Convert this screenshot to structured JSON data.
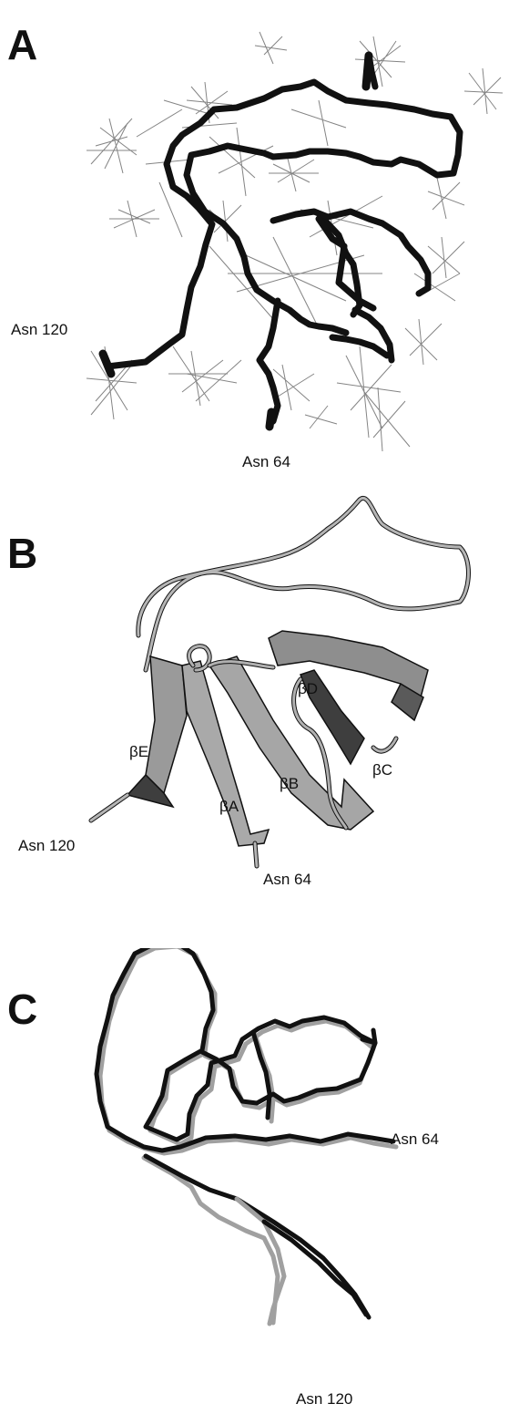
{
  "figure": {
    "panels": [
      {
        "letter": "A",
        "labels": {
          "terminus_a": "Asn 120",
          "terminus_b": "Asn 64"
        }
      },
      {
        "letter": "B",
        "labels": {
          "terminus_a": "Asn 120",
          "terminus_b": "Asn 64",
          "strand_a": "βA",
          "strand_b": "βB",
          "strand_c": "βC",
          "strand_d": "βD",
          "strand_e": "βE"
        }
      },
      {
        "letter": "C",
        "labels": {
          "terminus_a": "Asn 64",
          "terminus_b": "Asn 120"
        }
      }
    ]
  },
  "colors": {
    "backbone": "#111111",
    "sidechain": "#6f6f6f",
    "ribbon_light": "#a9a9a9",
    "ribbon_dark": "#3e3e3e",
    "trace_gray": "#a0a0a0"
  }
}
